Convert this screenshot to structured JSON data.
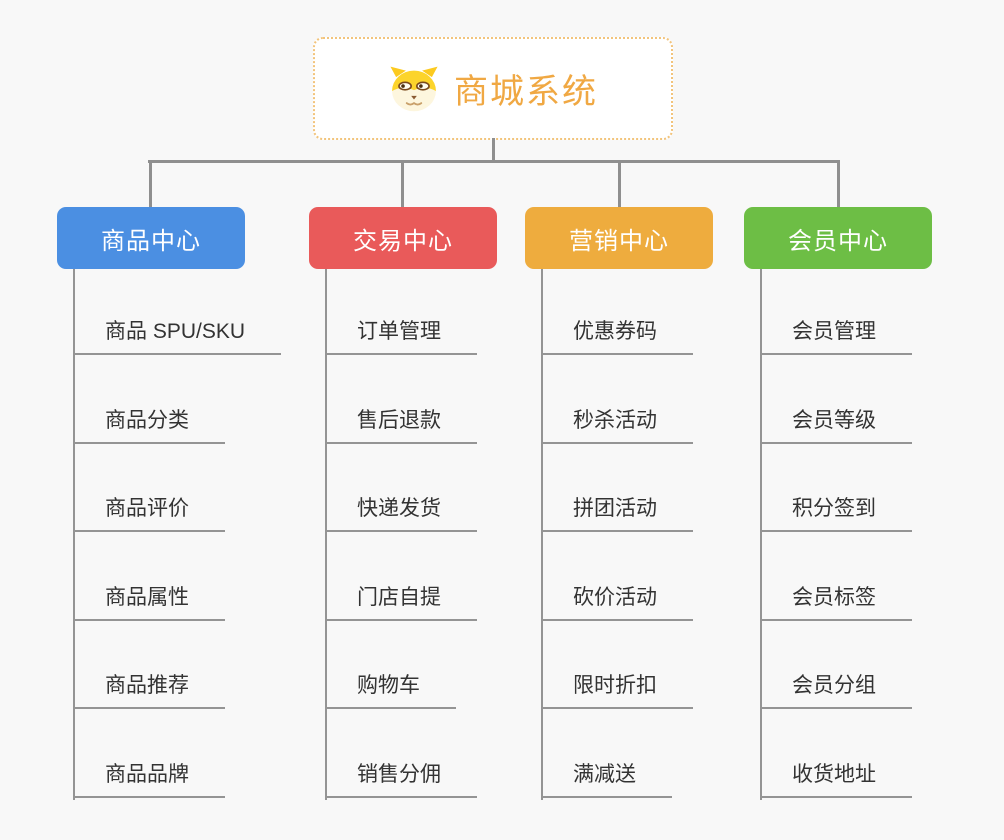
{
  "page": {
    "background": "#f8f8f8",
    "connector_color": "#8f8f8f"
  },
  "root": {
    "title": "商城系统",
    "icon": "dog-face-icon",
    "text_color": "#f0a843",
    "border_color": "#f2c47c",
    "fill": "#ffffff"
  },
  "branches": [
    {
      "label": "商品中心",
      "color": "#4b8fe2",
      "children": [
        "商品 SPU/SKU",
        "商品分类",
        "商品评价",
        "商品属性",
        "商品推荐",
        "商品品牌"
      ]
    },
    {
      "label": "交易中心",
      "color": "#e95a5a",
      "children": [
        "订单管理",
        "售后退款",
        "快递发货",
        "门店自提",
        "购物车",
        "销售分佣"
      ]
    },
    {
      "label": "营销中心",
      "color": "#eeac3e",
      "children": [
        "优惠券码",
        "秒杀活动",
        "拼团活动",
        "砍价活动",
        "限时折扣",
        "满减送"
      ]
    },
    {
      "label": "会员中心",
      "color": "#6dbe45",
      "children": [
        "会员管理",
        "会员等级",
        "积分签到",
        "会员标签",
        "会员分组",
        "收货地址"
      ]
    }
  ]
}
